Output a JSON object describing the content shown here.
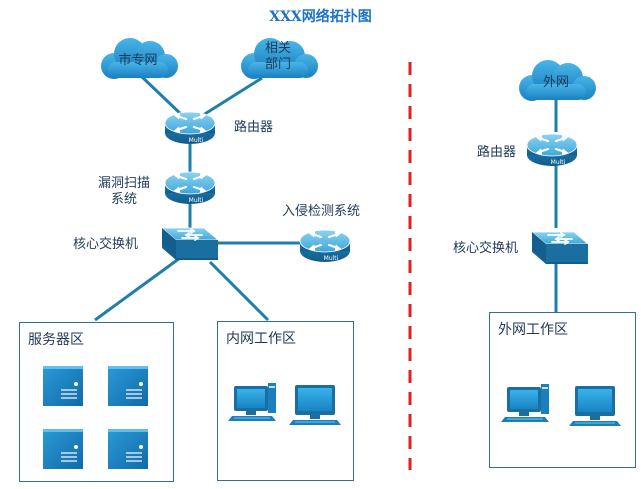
{
  "title": "XXX网络拓扑图",
  "clouds": {
    "city_net": "市专网",
    "related_dept_line1": "相关",
    "related_dept_line2": "部门",
    "external_net": "外网"
  },
  "devices": {
    "router_left": "路由器",
    "vuln_scan_line1": "漏洞扫描",
    "vuln_scan_line2": "系统",
    "core_switch_left": "核心交换机",
    "ids": "入侵检测系统",
    "router_right": "路由器",
    "core_switch_right": "核心交换机",
    "multi": "Multi"
  },
  "zones": {
    "server_zone": "服务器区",
    "intranet_zone": "内网工作区",
    "extranet_zone": "外网工作区"
  },
  "colors": {
    "link": "#1f7fa8",
    "separator": "#e02020",
    "device_top": "#6cc3e8",
    "device_dark": "#1a6fa0",
    "cloud": "#1e8fcc",
    "server": "#1a86c9",
    "title": "#1e73c8"
  },
  "icons": {
    "cloud": "cloud-icon",
    "router": "router-icon",
    "switch": "switch-icon",
    "server": "server-icon",
    "workstation": "workstation-icon"
  }
}
